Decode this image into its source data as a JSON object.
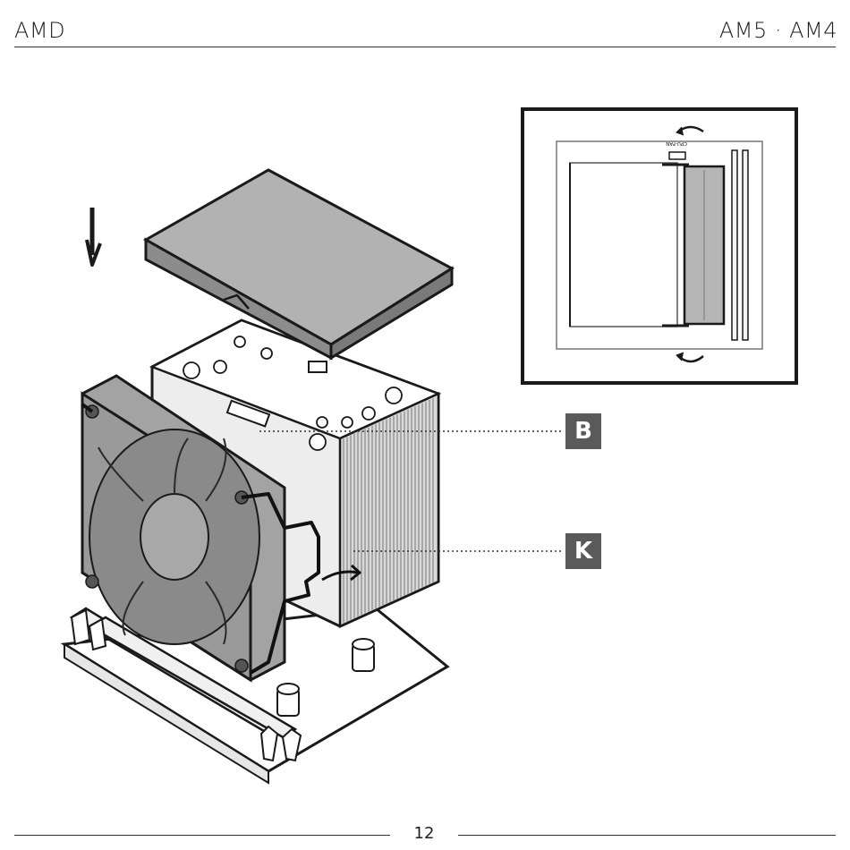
{
  "header": {
    "left": "AMD",
    "right": "AM5 · AM4"
  },
  "callouts": {
    "b": "B",
    "k": "K"
  },
  "inset": {
    "header_label": "CPU-FAN"
  },
  "footer": {
    "page_number": "12"
  },
  "colors": {
    "ink": "#1a1a1a",
    "cover": "#8c8c8c",
    "fan": "#9a9a9a",
    "fins": "#d8d8d8",
    "tag": "#5a5a5a"
  }
}
